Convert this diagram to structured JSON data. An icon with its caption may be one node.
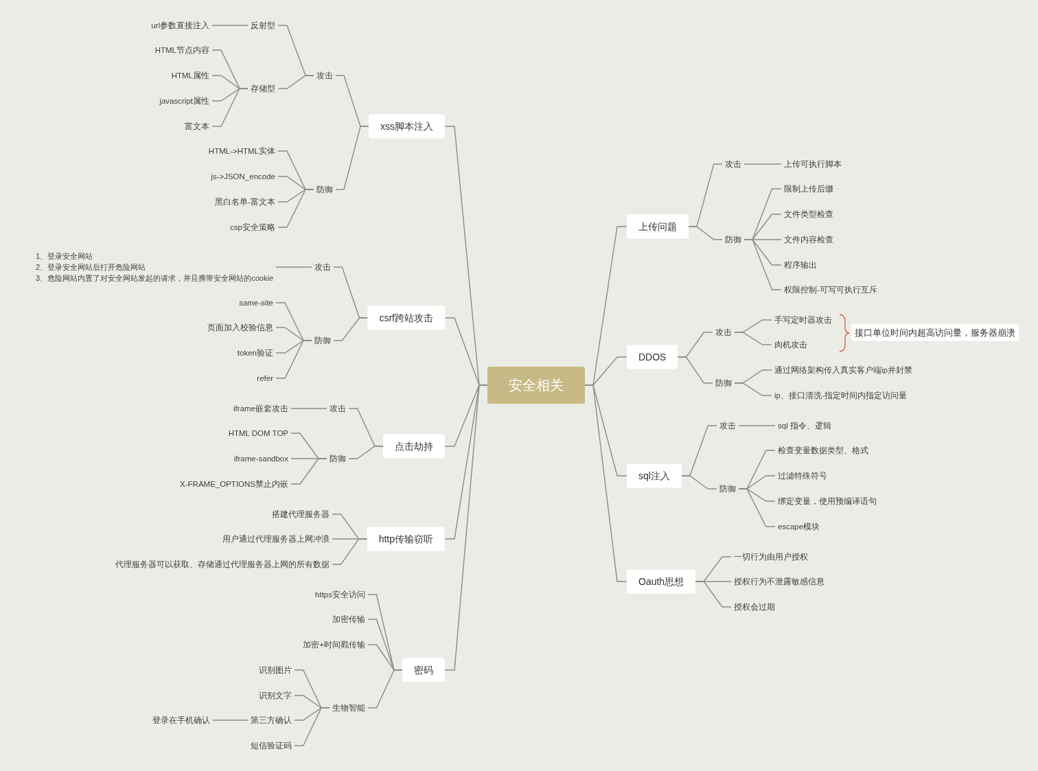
{
  "diagram": {
    "nodes": [
      {
        "text": [
          "安全相关"
        ]
      },
      {
        "text": [
          "xss脚本注入"
        ]
      },
      {
        "text": [
          "攻击"
        ]
      },
      {
        "text": [
          "反射型"
        ]
      },
      {
        "text": [
          "url参数直接注入"
        ]
      },
      {
        "text": [
          "存储型"
        ]
      },
      {
        "text": [
          "HTML节点内容"
        ]
      },
      {
        "text": [
          "HTML属性"
        ]
      },
      {
        "text": [
          "javascript属性"
        ]
      },
      {
        "text": [
          "富文本"
        ]
      },
      {
        "text": [
          "防御"
        ]
      },
      {
        "text": [
          "HTML->HTML实体"
        ]
      },
      {
        "text": [
          "js->JSON_encode"
        ]
      },
      {
        "text": [
          "黑白名单-富文本"
        ]
      },
      {
        "text": [
          "csp安全策略"
        ]
      },
      {
        "text": [
          "csrf跨站攻击"
        ]
      },
      {
        "text": [
          "攻击"
        ]
      },
      {
        "text": [
          "1、登录安全网站",
          "2、登录安全网站后打开危险网站",
          "3、危险网站内置了对安全网站发起的请求，并且携带安全网站的cookie"
        ]
      },
      {
        "text": [
          "防御"
        ]
      },
      {
        "text": [
          "same-site"
        ]
      },
      {
        "text": [
          "页面加入校验信息"
        ]
      },
      {
        "text": [
          "token验证"
        ]
      },
      {
        "text": [
          "refer"
        ]
      },
      {
        "text": [
          "点击劫持"
        ]
      },
      {
        "text": [
          "攻击"
        ]
      },
      {
        "text": [
          "iframe嵌套攻击"
        ]
      },
      {
        "text": [
          "防御"
        ]
      },
      {
        "text": [
          "HTML DOM TOP"
        ]
      },
      {
        "text": [
          "iframe-sandbox"
        ]
      },
      {
        "text": [
          "X-FRAME_OPTIONS禁止内嵌"
        ]
      },
      {
        "text": [
          "http传输窃听"
        ]
      },
      {
        "text": [
          "搭建代理服务器"
        ]
      },
      {
        "text": [
          "用户通过代理服务器上网冲浪"
        ]
      },
      {
        "text": [
          "代理服务器可以获取、存储通过代理服务器上网的所有数据"
        ]
      },
      {
        "text": [
          "密码"
        ]
      },
      {
        "text": [
          "https安全访问"
        ]
      },
      {
        "text": [
          "加密传输"
        ]
      },
      {
        "text": [
          "加密+时间戳传输"
        ]
      },
      {
        "text": [
          "生物智能"
        ]
      },
      {
        "text": [
          "识别图片"
        ]
      },
      {
        "text": [
          "识别文字"
        ]
      },
      {
        "text": [
          "第三方确认"
        ]
      },
      {
        "text": [
          "登录在手机确认"
        ]
      },
      {
        "text": [
          "短信验证码"
        ]
      },
      {
        "text": [
          "上传问题"
        ]
      },
      {
        "text": [
          "攻击"
        ]
      },
      {
        "text": [
          "上传可执行脚本"
        ]
      },
      {
        "text": [
          "防御"
        ]
      },
      {
        "text": [
          "限制上传后缀"
        ]
      },
      {
        "text": [
          "文件类型检查"
        ]
      },
      {
        "text": [
          "文件内容检查"
        ]
      },
      {
        "text": [
          "程序输出"
        ]
      },
      {
        "text": [
          "权限控制-可写可执行互斥"
        ]
      },
      {
        "text": [
          "DDOS"
        ]
      },
      {
        "text": [
          "攻击"
        ]
      },
      {
        "text": [
          "手写定时器攻击"
        ]
      },
      {
        "text": [
          "肉机攻击"
        ]
      },
      {
        "text": [
          "接口单位时间内超高访问量，服务器崩溃"
        ]
      },
      {
        "text": [
          "防御"
        ]
      },
      {
        "text": [
          "通过网络架构传入真实客户端ip并封禁"
        ]
      },
      {
        "text": [
          "ip、接口清洗-指定时间内指定访问量"
        ]
      },
      {
        "text": [
          "sql注入"
        ]
      },
      {
        "text": [
          "攻击"
        ]
      },
      {
        "text": [
          "sql 指令、逻辑"
        ]
      },
      {
        "text": [
          "防御"
        ]
      },
      {
        "text": [
          "检查变量数据类型、格式"
        ]
      },
      {
        "text": [
          "过滤特殊符号"
        ]
      },
      {
        "text": [
          "绑定变量，使用预编译语句"
        ]
      },
      {
        "text": [
          "escape模块"
        ]
      },
      {
        "text": [
          "Oauth思想"
        ]
      },
      {
        "text": [
          "一切行为由用户授权"
        ]
      },
      {
        "text": [
          "授权行为不泄露敏感信息"
        ]
      },
      {
        "text": [
          "授权会过期"
        ]
      }
    ],
    "edges": [
      {
        "from": 0,
        "to": 1,
        "arrow": "none"
      },
      {
        "from": 1,
        "to": 2,
        "arrow": "none"
      },
      {
        "from": 2,
        "to": 3,
        "arrow": "none"
      },
      {
        "from": 3,
        "to": 4,
        "arrow": "none"
      },
      {
        "from": 2,
        "to": 5,
        "arrow": "none"
      },
      {
        "from": 5,
        "to": 6,
        "arrow": "none"
      },
      {
        "from": 5,
        "to": 7,
        "arrow": "none"
      },
      {
        "from": 5,
        "to": 8,
        "arrow": "none"
      },
      {
        "from": 5,
        "to": 9,
        "arrow": "none"
      },
      {
        "from": 1,
        "to": 10,
        "arrow": "none"
      },
      {
        "from": 10,
        "to": 11,
        "arrow": "none"
      },
      {
        "from": 10,
        "to": 12,
        "arrow": "none"
      },
      {
        "from": 10,
        "to": 13,
        "arrow": "none"
      },
      {
        "from": 10,
        "to": 14,
        "arrow": "none"
      },
      {
        "from": 0,
        "to": 15,
        "arrow": "none"
      },
      {
        "from": 15,
        "to": 16,
        "arrow": "none"
      },
      {
        "from": 16,
        "to": 17,
        "arrow": "none"
      },
      {
        "from": 15,
        "to": 18,
        "arrow": "none"
      },
      {
        "from": 18,
        "to": 19,
        "arrow": "none"
      },
      {
        "from": 18,
        "to": 20,
        "arrow": "none"
      },
      {
        "from": 18,
        "to": 21,
        "arrow": "none"
      },
      {
        "from": 18,
        "to": 22,
        "arrow": "none"
      },
      {
        "from": 0,
        "to": 23,
        "arrow": "none"
      },
      {
        "from": 23,
        "to": 24,
        "arrow": "none"
      },
      {
        "from": 24,
        "to": 25,
        "arrow": "none"
      },
      {
        "from": 23,
        "to": 26,
        "arrow": "none"
      },
      {
        "from": 26,
        "to": 27,
        "arrow": "none"
      },
      {
        "from": 26,
        "to": 28,
        "arrow": "none"
      },
      {
        "from": 26,
        "to": 29,
        "arrow": "none"
      },
      {
        "from": 0,
        "to": 30,
        "arrow": "none"
      },
      {
        "from": 30,
        "to": 31,
        "arrow": "none"
      },
      {
        "from": 30,
        "to": 32,
        "arrow": "none"
      },
      {
        "from": 30,
        "to": 33,
        "arrow": "none"
      },
      {
        "from": 0,
        "to": 34,
        "arrow": "none"
      },
      {
        "from": 34,
        "to": 35,
        "arrow": "none"
      },
      {
        "from": 34,
        "to": 36,
        "arrow": "none"
      },
      {
        "from": 34,
        "to": 37,
        "arrow": "none"
      },
      {
        "from": 34,
        "to": 38,
        "arrow": "none"
      },
      {
        "from": 38,
        "to": 39,
        "arrow": "none"
      },
      {
        "from": 38,
        "to": 40,
        "arrow": "none"
      },
      {
        "from": 38,
        "to": 41,
        "arrow": "none"
      },
      {
        "from": 41,
        "to": 42,
        "arrow": "none"
      },
      {
        "from": 38,
        "to": 43,
        "arrow": "none"
      },
      {
        "from": 0,
        "to": 44,
        "arrow": "none"
      },
      {
        "from": 44,
        "to": 45,
        "arrow": "none"
      },
      {
        "from": 45,
        "to": 46,
        "arrow": "none"
      },
      {
        "from": 44,
        "to": 47,
        "arrow": "none"
      },
      {
        "from": 47,
        "to": 48,
        "arrow": "none"
      },
      {
        "from": 47,
        "to": 49,
        "arrow": "none"
      },
      {
        "from": 47,
        "to": 50,
        "arrow": "none"
      },
      {
        "from": 47,
        "to": 51,
        "arrow": "none"
      },
      {
        "from": 47,
        "to": 52,
        "arrow": "none"
      },
      {
        "from": 0,
        "to": 53,
        "arrow": "none"
      },
      {
        "from": 53,
        "to": 54,
        "arrow": "none"
      },
      {
        "from": 54,
        "to": 55,
        "arrow": "none"
      },
      {
        "from": 54,
        "to": 56,
        "arrow": "none"
      },
      {
        "from": 53,
        "to": 58,
        "arrow": "none"
      },
      {
        "from": 58,
        "to": 59,
        "arrow": "none"
      },
      {
        "from": 58,
        "to": 60,
        "arrow": "none"
      },
      {
        "from": 0,
        "to": 61,
        "arrow": "none"
      },
      {
        "from": 61,
        "to": 62,
        "arrow": "none"
      },
      {
        "from": 62,
        "to": 63,
        "arrow": "none"
      },
      {
        "from": 61,
        "to": 64,
        "arrow": "none"
      },
      {
        "from": 64,
        "to": 65,
        "arrow": "none"
      },
      {
        "from": 64,
        "to": 66,
        "arrow": "none"
      },
      {
        "from": 64,
        "to": 67,
        "arrow": "none"
      },
      {
        "from": 64,
        "to": 68,
        "arrow": "none"
      },
      {
        "from": 0,
        "to": 69,
        "arrow": "none"
      },
      {
        "from": 69,
        "to": 70,
        "arrow": "none"
      },
      {
        "from": 69,
        "to": 71,
        "arrow": "none"
      },
      {
        "from": 69,
        "to": 72,
        "arrow": "none"
      }
    ]
  }
}
